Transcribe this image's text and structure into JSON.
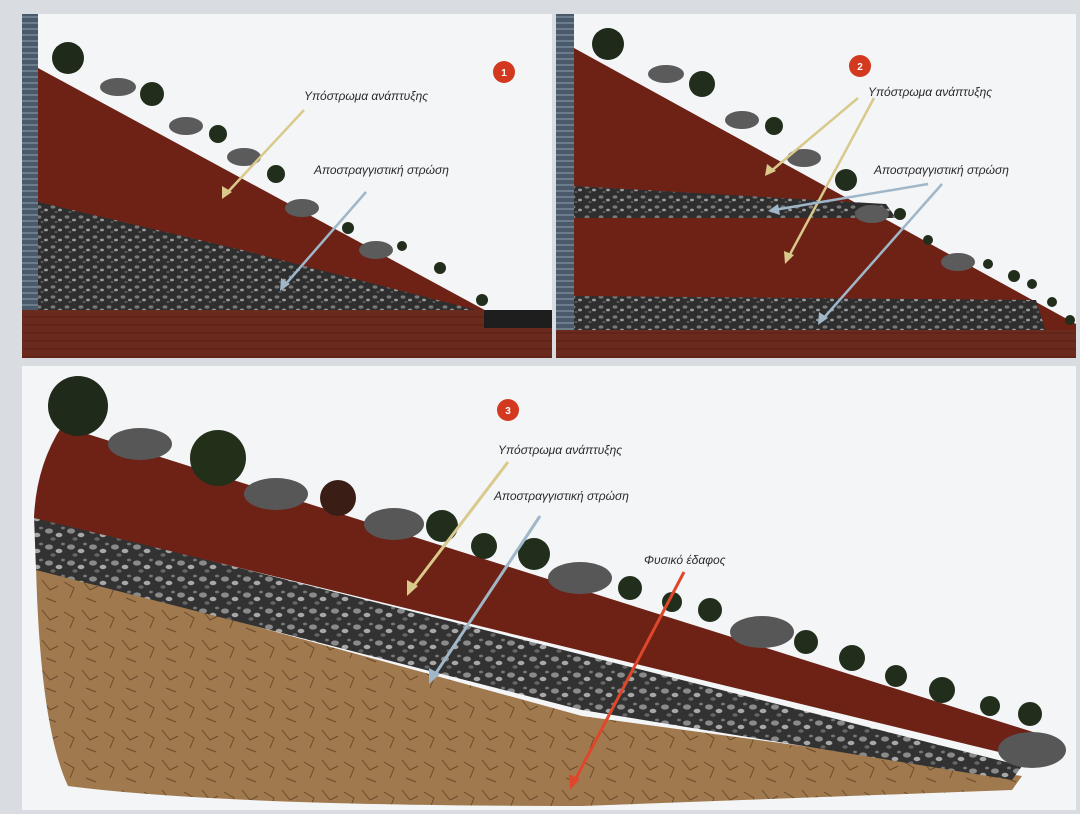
{
  "diagram": {
    "panels": [
      {
        "number": "1",
        "labels": {
          "development_substrate": "Υπόστρωμα ανάπτυξης",
          "drainage_layer": "Αποστραγγιστική στρώση"
        }
      },
      {
        "number": "2",
        "labels": {
          "development_substrate": "Υπόστρωμα ανάπτυξης",
          "drainage_layer": "Αποστραγγιστική στρώση"
        }
      },
      {
        "number": "3",
        "labels": {
          "development_substrate": "Υπόστρωμα ανάπτυξης",
          "drainage_layer": "Αποστραγγιστική στρώση",
          "natural_ground": "Φυσικό έδαφος"
        }
      }
    ],
    "colors": {
      "substrate": "#6e2216",
      "drainage": "#3b3b3b",
      "natural_ground": "#a07a4e",
      "base": "#6a2a1e",
      "arrow_yellow": "#d9c98a",
      "arrow_blue": "#9fb7c9",
      "arrow_red": "#e0472a",
      "badge": "#d2391e"
    }
  }
}
